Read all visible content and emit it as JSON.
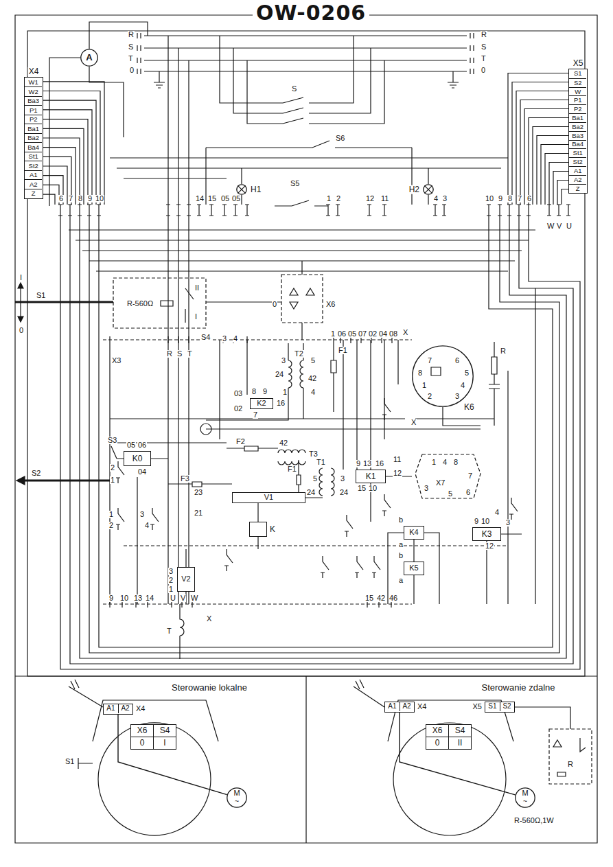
{
  "diagram": {
    "title": "OW-0206",
    "nodes": [
      {
        "text": [
          "X4"
        ]
      },
      {
        "text": [
          "W1"
        ],
        "in": 0
      },
      {
        "text": [
          "W2"
        ],
        "in": 0
      },
      {
        "text": [
          "Ba3"
        ],
        "in": 0
      },
      {
        "text": [
          "P1"
        ],
        "in": 0
      },
      {
        "text": [
          "P2"
        ],
        "in": 0
      },
      {
        "text": [
          "Ba1"
        ],
        "in": 0
      },
      {
        "text": [
          "Ba2"
        ],
        "in": 0
      },
      {
        "text": [
          "Ba4"
        ],
        "in": 0
      },
      {
        "text": [
          "St1"
        ],
        "in": 0
      },
      {
        "text": [
          "St2"
        ],
        "in": 0
      },
      {
        "text": [
          "A1"
        ],
        "in": 0
      },
      {
        "text": [
          "A2"
        ],
        "in": 0
      },
      {
        "text": [
          "Z"
        ],
        "in": 0
      },
      {
        "text": [
          "X5"
        ]
      },
      {
        "text": [
          "S1"
        ],
        "in": 14
      },
      {
        "text": [
          "S2"
        ],
        "in": 14
      },
      {
        "text": [
          "W"
        ],
        "in": 14
      },
      {
        "text": [
          "P1"
        ],
        "in": 14
      },
      {
        "text": [
          "P2"
        ],
        "in": 14
      },
      {
        "text": [
          "Ba1"
        ],
        "in": 14
      },
      {
        "text": [
          "Ba2"
        ],
        "in": 14
      },
      {
        "text": [
          "Ba3"
        ],
        "in": 14
      },
      {
        "text": [
          "Ba4"
        ],
        "in": 14
      },
      {
        "text": [
          "St1"
        ],
        "in": 14
      },
      {
        "text": [
          "St2"
        ],
        "in": 14
      },
      {
        "text": [
          "A1"
        ],
        "in": 14
      },
      {
        "text": [
          "A2"
        ],
        "in": 14
      },
      {
        "text": [
          "Z"
        ],
        "in": 14
      },
      {
        "text": [
          "A"
        ]
      },
      {
        "text": [
          "H1"
        ]
      },
      {
        "text": [
          "H2"
        ]
      },
      {
        "text": [
          "K6"
        ]
      },
      {
        "text": [
          "K2"
        ]
      },
      {
        "text": [
          "K0"
        ]
      },
      {
        "text": [
          "V1"
        ]
      },
      {
        "text": [
          "K1"
        ]
      },
      {
        "text": [
          "K4"
        ]
      },
      {
        "text": [
          "K3"
        ]
      },
      {
        "text": [
          "K"
        ]
      },
      {
        "text": [
          "K5"
        ]
      },
      {
        "text": [
          "V2"
        ]
      },
      {
        "text": [
          "Sterowanie lokalne"
        ]
      },
      {
        "text": [
          "X4"
        ],
        "in": 42
      },
      {
        "text": [
          "A1"
        ],
        "in": 43
      },
      {
        "text": [
          "A2"
        ],
        "in": 43
      },
      {
        "text": [
          "X6"
        ],
        "in": 42
      },
      {
        "text": [
          "S4"
        ],
        "in": 42
      },
      {
        "text": [
          "0"
        ],
        "in": 42
      },
      {
        "text": [
          "I"
        ],
        "in": 42
      },
      {
        "text": [
          "M",
          "~"
        ],
        "in": 42
      },
      {
        "text": [
          "Sterowanie zdalne"
        ]
      },
      {
        "text": [
          "X4"
        ],
        "in": 51
      },
      {
        "text": [
          "A1"
        ],
        "in": 52
      },
      {
        "text": [
          "A2"
        ],
        "in": 52
      },
      {
        "text": [
          "X5"
        ],
        "in": 51
      },
      {
        "text": [
          "S1"
        ],
        "in": 55
      },
      {
        "text": [
          "S2"
        ],
        "in": 55
      },
      {
        "text": [
          "X6"
        ],
        "in": 51
      },
      {
        "text": [
          "S4"
        ],
        "in": 51
      },
      {
        "text": [
          "0"
        ],
        "in": 51
      },
      {
        "text": [
          "II"
        ],
        "in": 51
      },
      {
        "text": [
          "M",
          "~"
        ],
        "in": 51
      }
    ],
    "edges": [
      {
        "from": 43,
        "to": 50,
        "arrow": "none"
      },
      {
        "from": 52,
        "to": 62,
        "arrow": "none"
      }
    ],
    "labels": [
      "R",
      "S",
      "T",
      "0",
      "R",
      "S",
      "T",
      "0",
      "S",
      "S6",
      "6",
      "7",
      "8",
      "9",
      "10",
      "14",
      "15",
      "05",
      "05",
      "S5",
      "1",
      "2",
      "12",
      "11",
      "4",
      "3",
      "10",
      "9",
      "8",
      "7",
      "6",
      "W",
      "V",
      "U",
      "I",
      "S1",
      "0",
      "R-560Ω",
      "II",
      "I",
      "S4",
      "0",
      "X6",
      "3",
      "4",
      "R",
      "S",
      "T",
      "1",
      "06",
      "05",
      "07",
      "02",
      "04",
      "08",
      "X",
      "F1",
      "X3",
      "T2",
      "3",
      "5",
      "24",
      "42",
      "1",
      "4",
      "7",
      "6",
      "8",
      "5",
      "1",
      "4",
      "2",
      "3",
      "R",
      "03",
      "8",
      "9",
      "02",
      "7",
      "16",
      "X",
      "S3",
      "05",
      "06",
      "04",
      "F2",
      "42",
      "T3",
      "F3",
      "23",
      "21",
      "F1",
      "T1",
      "5",
      "3",
      "24",
      "24",
      "9",
      "13",
      "16",
      "15",
      "10",
      "11",
      "12",
      "X7",
      "1",
      "4",
      "8",
      "7",
      "6",
      "3",
      "5",
      "9",
      "10",
      "12",
      "4",
      "3",
      "b",
      "a",
      "b",
      "a",
      "S2",
      "2",
      "1",
      "1",
      "2",
      "3",
      "4",
      "3",
      "2",
      "1",
      "9",
      "10",
      "13",
      "14",
      "U",
      "V",
      "W",
      "X",
      "15",
      "42",
      "46",
      "T",
      "S1",
      "R",
      "R-560Ω,1W"
    ]
  }
}
